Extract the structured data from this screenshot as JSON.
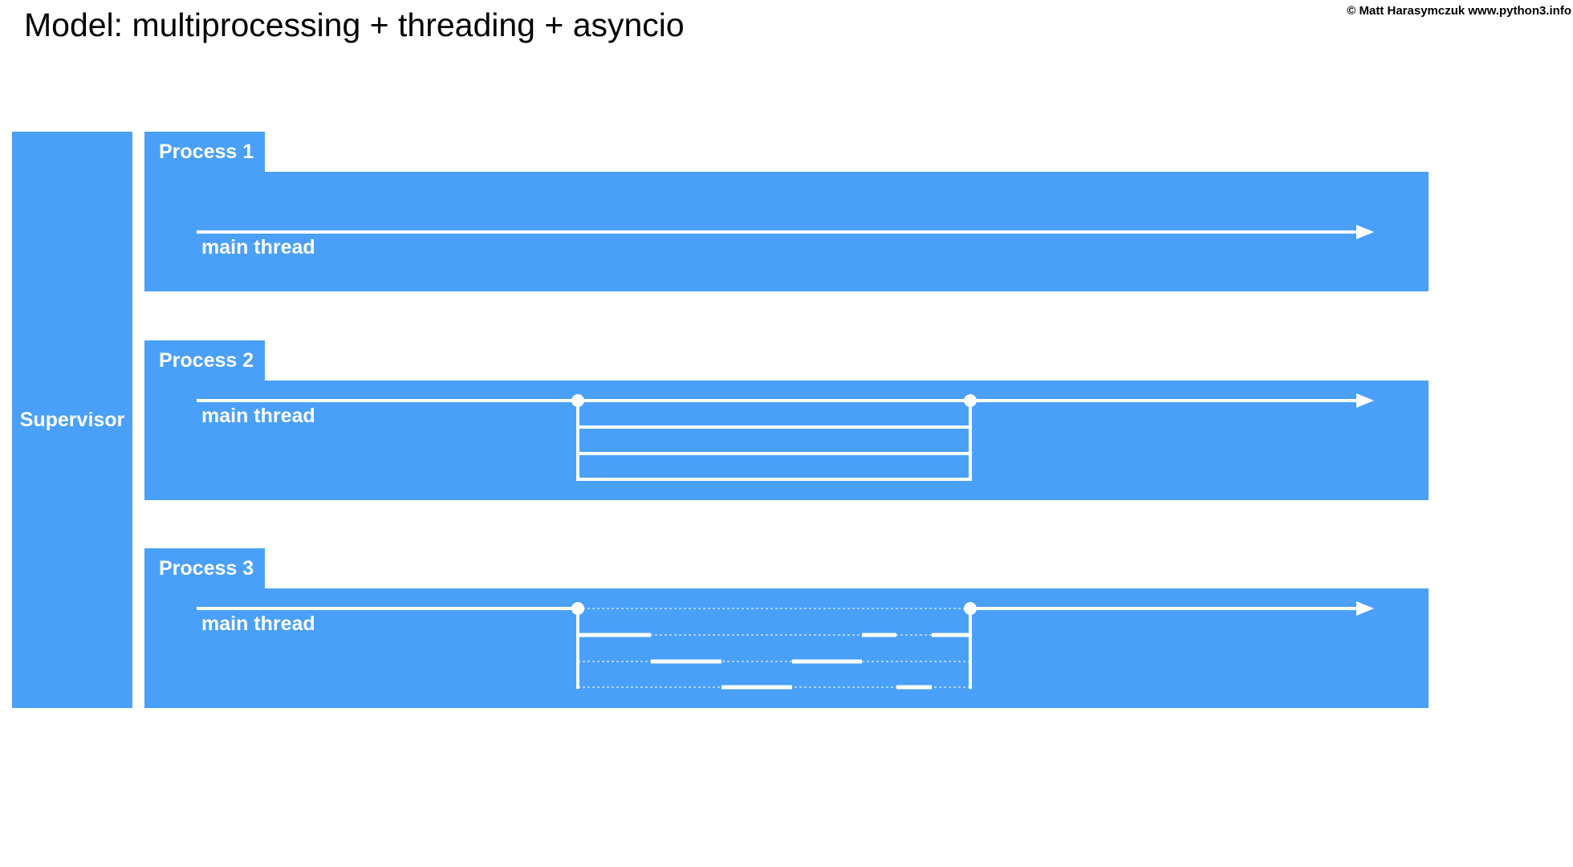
{
  "title": "Model: multiprocessing + threading + asyncio",
  "credit": "© Matt Harasymczuk www.python3.info",
  "colors": {
    "box": "#4aa0f8",
    "line": "#ffffff",
    "background": "#ffffff",
    "text": "#000000"
  },
  "supervisor": {
    "label": "Supervisor"
  },
  "processes": [
    {
      "name": "Process 1",
      "thread_label": "main thread",
      "model": "single main thread"
    },
    {
      "name": "Process 2",
      "thread_label": "main thread",
      "model": "main thread spawning parallel threads"
    },
    {
      "name": "Process 3",
      "thread_label": "main thread",
      "model": "main thread with interleaved asyncio tasks"
    }
  ]
}
